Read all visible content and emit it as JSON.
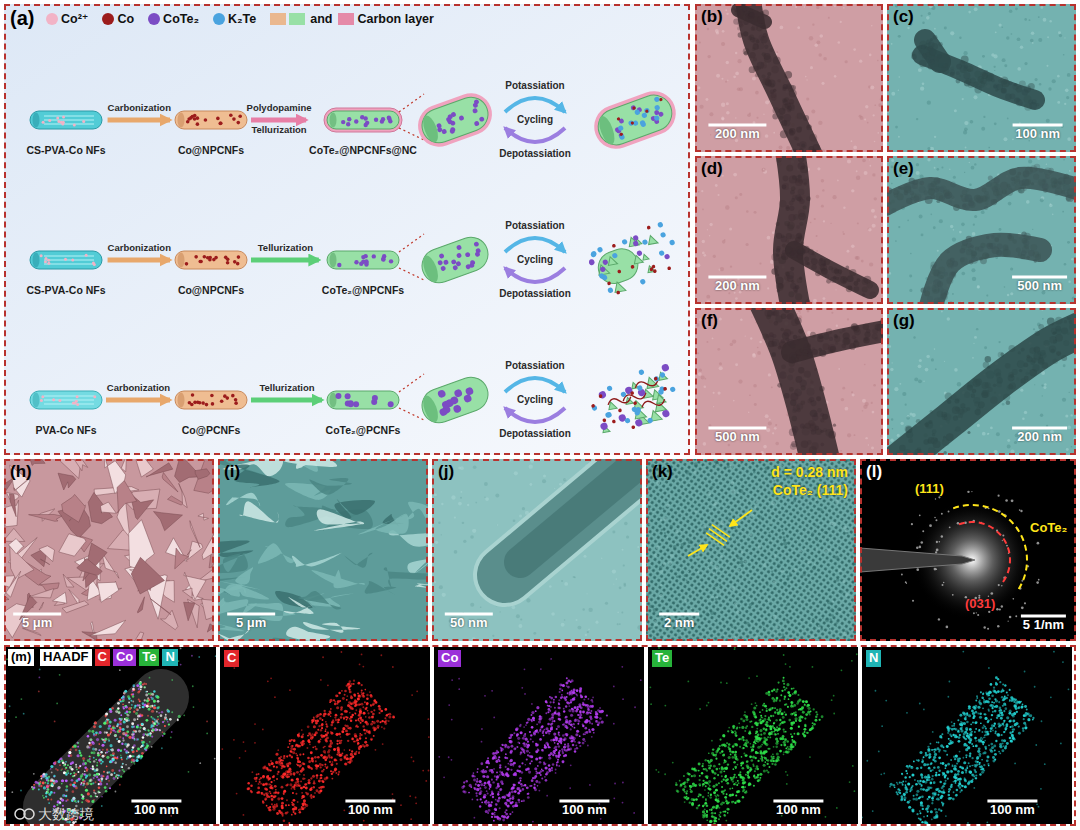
{
  "diagram": {
    "nodes": [
      {
        "text": [
          "(a)"
        ]
      },
      {
        "text": [
          "CS-PVA-Co NFs"
        ],
        "in": 0
      },
      {
        "text": [
          "Co@NPCNFs"
        ],
        "in": 0
      },
      {
        "text": [
          "CoTe₂@NPCNFs@NC"
        ],
        "in": 0
      },
      {
        "text": [
          "CS-PVA-Co NFs"
        ],
        "in": 0
      },
      {
        "text": [
          "Co@NPCNFs"
        ],
        "in": 0
      },
      {
        "text": [
          "CoTe₂@NPCNFs"
        ],
        "in": 0
      },
      {
        "text": [
          "PVA-Co NFs"
        ],
        "in": 0
      },
      {
        "text": [
          "Co@PCNFs"
        ],
        "in": 0
      },
      {
        "text": [
          "CoTe₂@PCNFs"
        ],
        "in": 0
      },
      {
        "text": [
          "(b)",
          "200 nm"
        ]
      },
      {
        "text": [
          "(c)",
          "100 nm"
        ]
      },
      {
        "text": [
          "(d)",
          "200 nm"
        ]
      },
      {
        "text": [
          "(e)",
          "500 nm"
        ]
      },
      {
        "text": [
          "(f)",
          "500 nm"
        ]
      },
      {
        "text": [
          "(g)",
          "200 nm"
        ]
      },
      {
        "text": [
          "(h)",
          "5 μm"
        ]
      },
      {
        "text": [
          "(i)",
          "5 μm"
        ]
      },
      {
        "text": [
          "(j)",
          "50 nm"
        ]
      },
      {
        "text": [
          "(k)",
          "d = 0.28 nm",
          "CoTe₂ (111)",
          "2 nm"
        ]
      },
      {
        "text": [
          "(l)",
          "(111)",
          "CoTe₂",
          "(031)",
          "5 1/nm"
        ]
      },
      {
        "text": [
          "(m)"
        ]
      },
      {
        "text": [
          "HAADF",
          "C",
          "Co",
          "Te",
          "N",
          "100 nm"
        ],
        "in": 21
      },
      {
        "text": [
          "C",
          "100 nm"
        ],
        "in": 21
      },
      {
        "text": [
          "Co",
          "100 nm"
        ],
        "in": 21
      },
      {
        "text": [
          "Te",
          "100 nm"
        ],
        "in": 21
      },
      {
        "text": [
          "N",
          "100 nm"
        ],
        "in": 21
      }
    ],
    "edges": [
      {
        "from": 1,
        "to": 2,
        "arrow": "to",
        "label": "Carbonization"
      },
      {
        "from": 2,
        "to": 3,
        "arrow": "to",
        "label": "Polydopamine"
      },
      {
        "from": 4,
        "to": 5,
        "arrow": "to",
        "label": "Carbonization"
      },
      {
        "from": 5,
        "to": 6,
        "arrow": "to",
        "label": "Tellurization"
      },
      {
        "from": 7,
        "to": 8,
        "arrow": "to",
        "label": "Carbonization"
      },
      {
        "from": 8,
        "to": 9,
        "arrow": "to",
        "label": "Tellurization"
      }
    ],
    "labels": [
      "and",
      "Tellurization",
      "Potassiation",
      "Cycling",
      "Depotassiation",
      "Potassiation",
      "Cycling",
      "Depotassiation",
      "Potassiation",
      "Cycling",
      "Depotassiation",
      "大数跨境"
    ],
    "legend": [
      {
        "text": "Co²⁺",
        "color": "#f2b3c6"
      },
      {
        "text": "Co",
        "color": "#9c1c1c"
      },
      {
        "text": "CoTe₂",
        "color": "#7b4cc4"
      },
      {
        "text": "K₂Te",
        "color": "#4aa3df"
      },
      {
        "text": "Carbon layer",
        "color": "#e58aa8"
      }
    ]
  }
}
